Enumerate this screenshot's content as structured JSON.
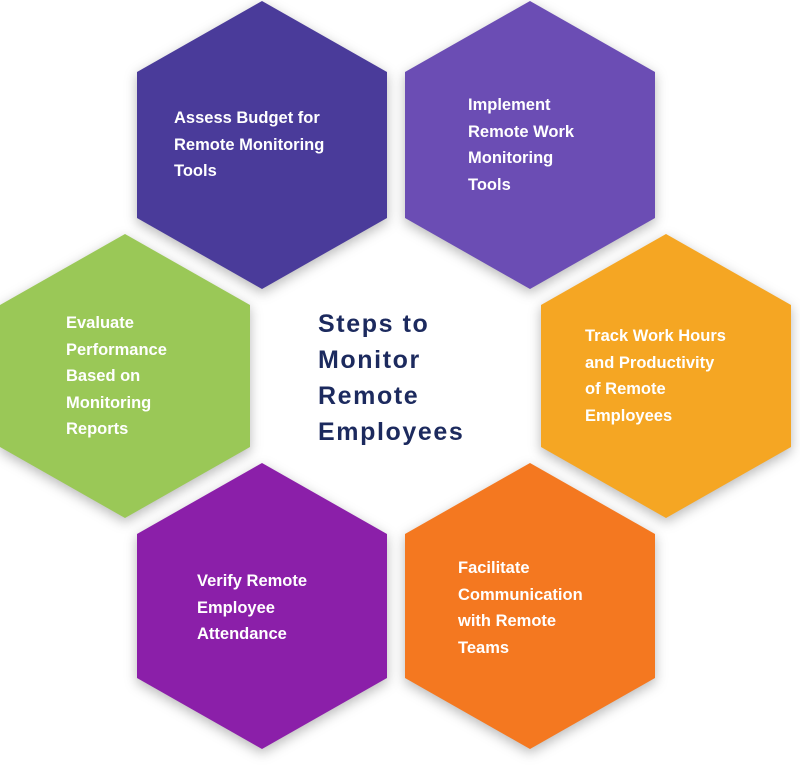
{
  "title": "Steps to\nMonitor\nRemote\nEmployees",
  "steps": [
    {
      "label": "Assess Budget for\nRemote Monitoring\nTools",
      "color": "#4a3b9a"
    },
    {
      "label": "Implement\nRemote Work\nMonitoring\nTools",
      "color": "#6b4db4"
    },
    {
      "label": "Track Work Hours\nand Productivity\nof Remote\nEmployees",
      "color": "#f5a623"
    },
    {
      "label": "Facilitate\nCommunication\nwith Remote\nTeams",
      "color": "#f47820"
    },
    {
      "label": "Verify Remote\nEmployee\nAttendance",
      "color": "#8b1fa9"
    },
    {
      "label": "Evaluate\nPerformance\nBased on\nMonitoring\nReports",
      "color": "#9ac857"
    }
  ]
}
